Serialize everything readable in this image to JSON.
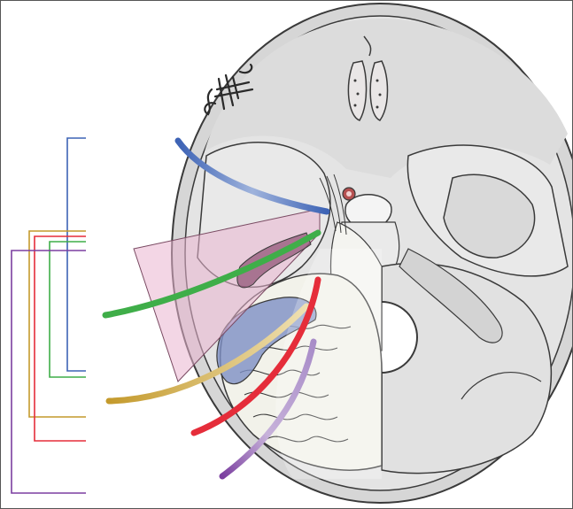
{
  "figure": {
    "signature_text": "Sahil",
    "colors": {
      "frame": "#555555",
      "skull_fill": "#d6d6d6",
      "fossa_fill": "#e6e6e6",
      "outline": "#3a3a3a",
      "sector_fill": "#e9b4d0",
      "ventricle_fill": "#7d8fc4",
      "cerebellum_fill": "#f2f2ea"
    },
    "approaches": [
      {
        "id": "blue",
        "color": "#3d63b5"
      },
      {
        "id": "green",
        "color": "#3fae49"
      },
      {
        "id": "gold",
        "color": "#c49a2c"
      },
      {
        "id": "red",
        "color": "#e52d3a"
      },
      {
        "id": "purple",
        "color": "#7b3fa0"
      }
    ]
  }
}
